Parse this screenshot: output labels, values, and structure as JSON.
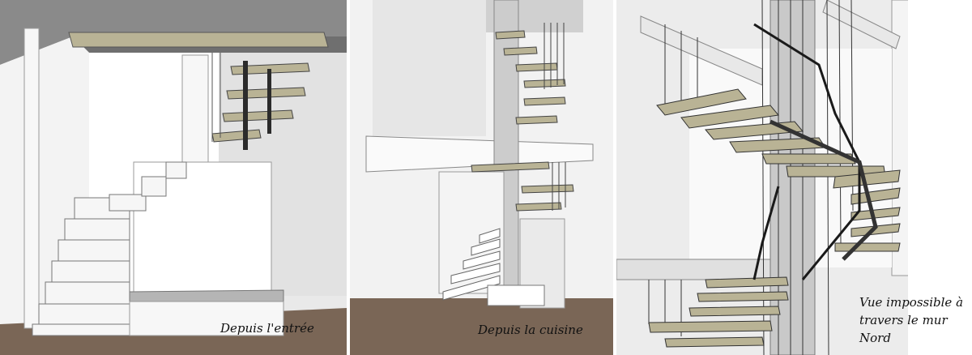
{
  "colors": {
    "wall": "#ececec",
    "wall_shade": "#cfcfcf",
    "ceiling": "#7f7f7f",
    "floor": "#7a6656",
    "tread": "#b9b395",
    "steel": "#2b2b2b"
  },
  "panels": [
    {
      "caption": "Depuis l'entrée"
    },
    {
      "caption": "Depuis la cuisine"
    },
    {
      "caption": "Vue impossible à travers le mur Nord"
    }
  ]
}
